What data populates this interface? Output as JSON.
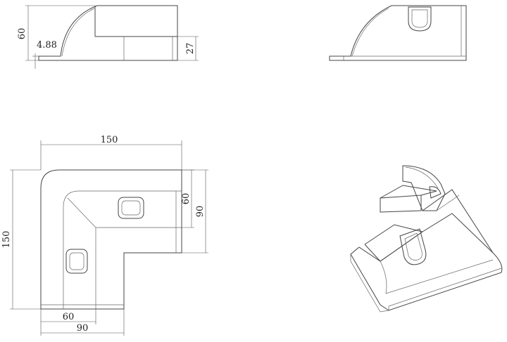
{
  "drawing": {
    "side_view": {
      "dim_height": "60",
      "dim_lip": "4.88",
      "dim_step": "27"
    },
    "plan_view": {
      "dim_top_width": "150",
      "dim_left_height": "150",
      "dim_right_inner": "60",
      "dim_right_outer": "90",
      "dim_bottom_inner": "60",
      "dim_bottom_outer": "90"
    }
  }
}
